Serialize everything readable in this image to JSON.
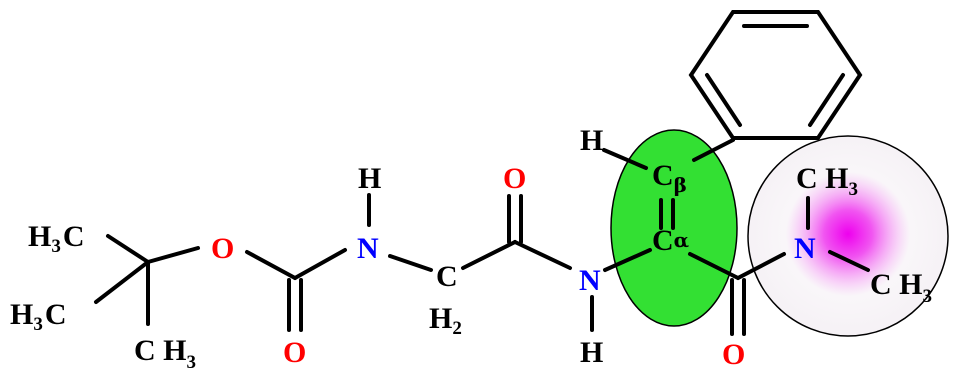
{
  "colors": {
    "carbon": "#000000",
    "oxygen": "#ff0000",
    "nitrogen": "#0000ff",
    "alpha_beta_highlight": "#33e033",
    "dimethylamide_highlight": "#ee00ee"
  },
  "atoms": {
    "h3c_1": {
      "main": "H",
      "sub": "3",
      "tail": "C"
    },
    "h3c_2": {
      "main": "H",
      "sub": "3",
      "tail": "C"
    },
    "ch3_tbu": {
      "main": "C H",
      "sub": "3"
    },
    "o_ester": "O",
    "o_carbonyl_1": "O",
    "n_carbamate": "N",
    "h_carbamate": "H",
    "c_glycine": "C",
    "h2_glycine": {
      "main": "H",
      "sub": "2"
    },
    "o_carbonyl_2": "O",
    "n_amide": "N",
    "h_amide": "H",
    "h_vinyl": "H",
    "c_beta": {
      "main": "C",
      "greek": "β"
    },
    "c_alpha": {
      "main": "C",
      "greek": "α"
    },
    "o_carbonyl_3": "O",
    "n_dimethyl": "N",
    "ch3_top": {
      "main": "C H",
      "sub": "3"
    },
    "ch3_bottom": {
      "main": "C H",
      "sub": "3"
    }
  }
}
